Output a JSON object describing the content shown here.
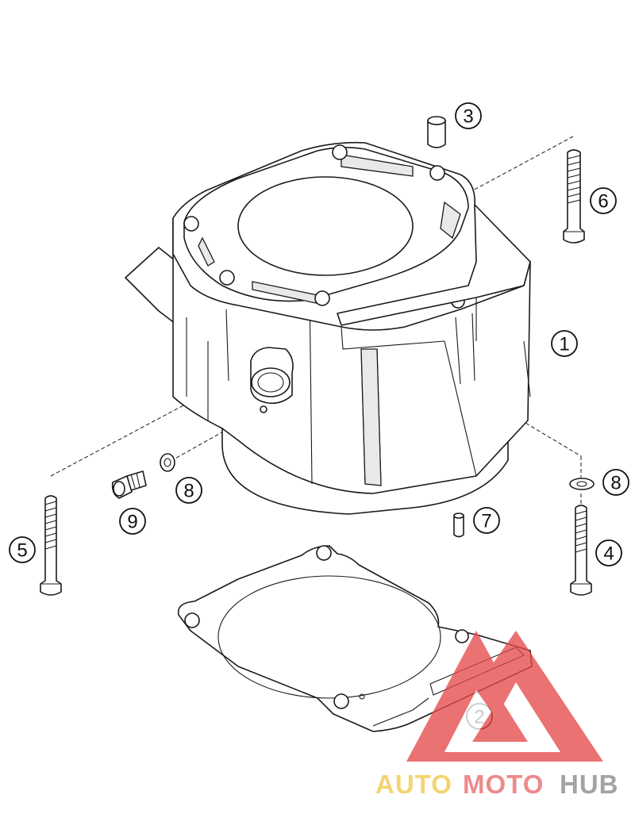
{
  "diagram": {
    "callouts": [
      {
        "id": "1",
        "label": "1"
      },
      {
        "id": "2",
        "label": "2"
      },
      {
        "id": "3",
        "label": "3"
      },
      {
        "id": "4",
        "label": "4"
      },
      {
        "id": "5",
        "label": "5"
      },
      {
        "id": "6",
        "label": "6"
      },
      {
        "id": "7",
        "label": "7"
      },
      {
        "id": "8a",
        "label": "8"
      },
      {
        "id": "8b",
        "label": "8"
      },
      {
        "id": "9",
        "label": "9"
      }
    ]
  },
  "watermark": {
    "part1": "AUTO",
    "part2": "MOTO",
    "part3": "HUB",
    "colors": {
      "auto": "#f2c94c",
      "moto": "#e86a6a",
      "hub": "#8a8a8a",
      "logo": "#e54b4b"
    }
  }
}
